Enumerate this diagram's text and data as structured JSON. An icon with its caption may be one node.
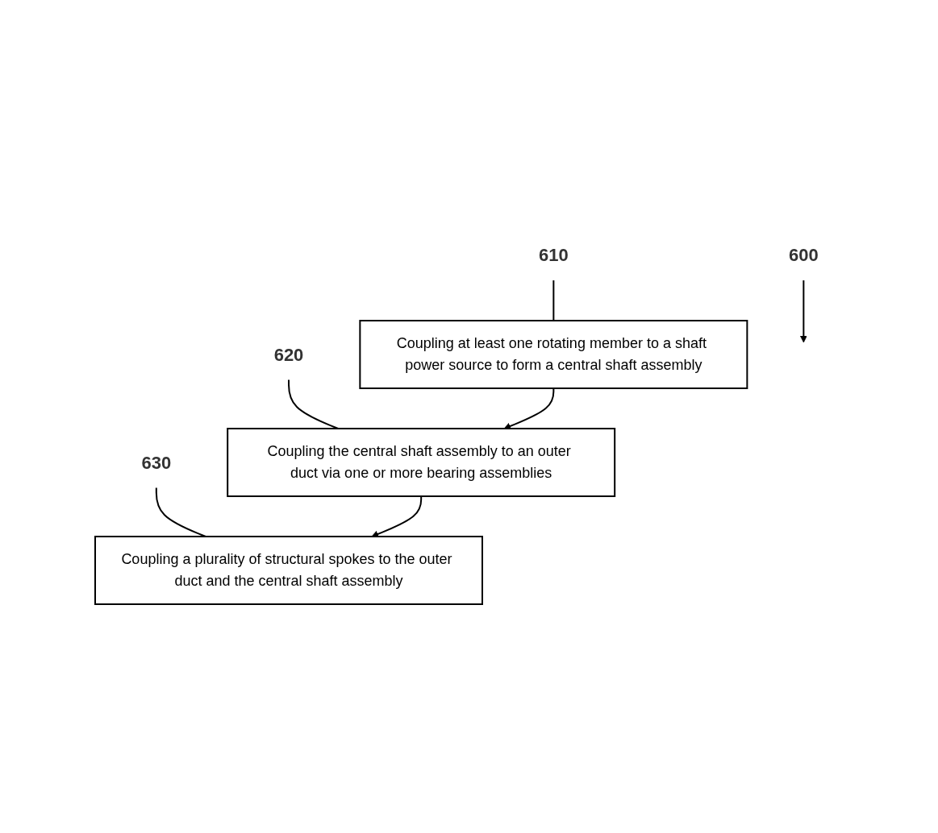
{
  "diagram": {
    "nodes": [
      {
        "text": [
          "600"
        ]
      },
      {
        "text": [
          "610"
        ]
      },
      {
        "text": [
          "Coupling at least one rotating member to a shaft power source to form a central shaft assembly"
        ]
      },
      {
        "text": [
          "620"
        ]
      },
      {
        "text": [
          "Coupling the central shaft assembly to an outer duct via one or more bearing assemblies"
        ]
      },
      {
        "text": [
          "630"
        ]
      },
      {
        "text": [
          "Coupling a plurality of structural spokes to the outer duct and the central shaft assembly"
        ]
      }
    ],
    "edges": [
      {
        "from": 0,
        "to": null,
        "arrow": "to"
      },
      {
        "from": 1,
        "to": 2,
        "arrow": "none"
      },
      {
        "from": 3,
        "to": 4,
        "arrow": "none"
      },
      {
        "from": 5,
        "to": 6,
        "arrow": "none"
      },
      {
        "from": 2,
        "to": 4,
        "arrow": "to"
      },
      {
        "from": 4,
        "to": 6,
        "arrow": "to"
      }
    ]
  }
}
